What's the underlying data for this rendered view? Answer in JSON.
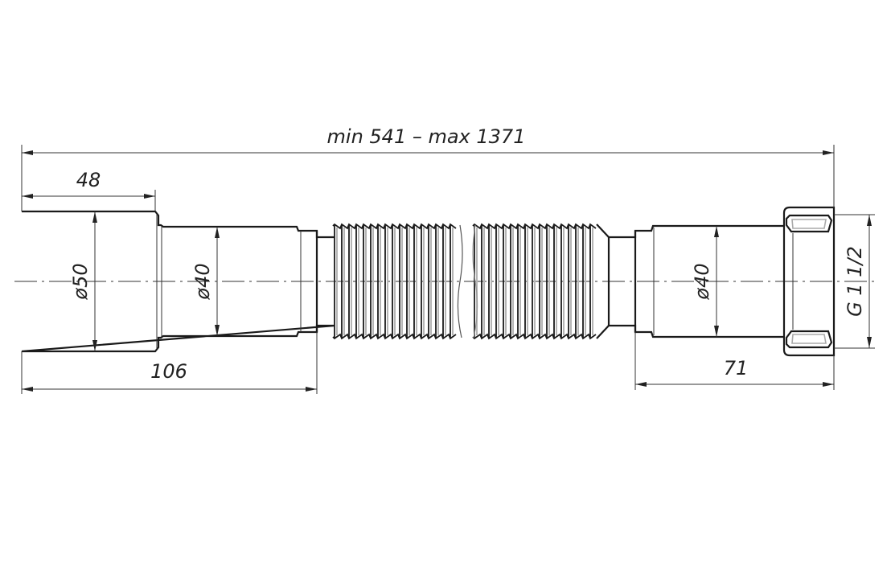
{
  "drawing": {
    "overall_length": "min 541 – max 1371",
    "inlet_socket_length": "48",
    "left_section_length": "106",
    "right_section_length": "71",
    "inlet_diameter": "ø50",
    "left_pipe_diameter": "ø40",
    "right_pipe_diameter": "ø40",
    "nut_thread": "G 1 1/2"
  }
}
